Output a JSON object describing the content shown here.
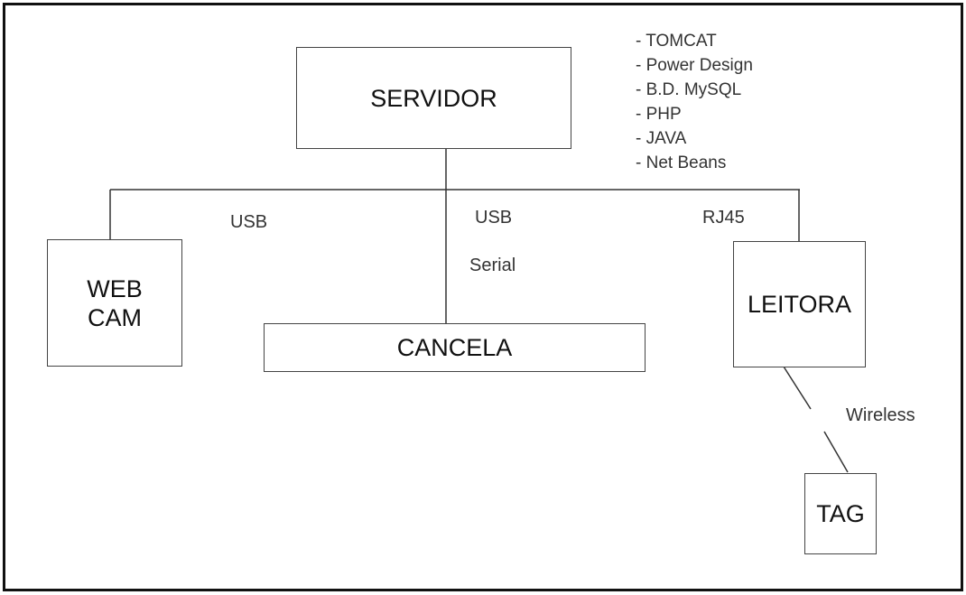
{
  "nodes": {
    "servidor": "SERVIDOR",
    "webcam_line1": "WEB",
    "webcam_line2": "CAM",
    "cancela": "CANCELA",
    "leitora": "LEITORA",
    "tag": "TAG"
  },
  "connections": {
    "webcam": "USB",
    "cancela_usb": "USB",
    "cancela_serial": "Serial",
    "leitora": "RJ45",
    "tag": "Wireless"
  },
  "server_software": [
    "- TOMCAT",
    "- Power Design",
    "- B.D. MySQL",
    "- PHP",
    "- JAVA",
    "- Net Beans"
  ]
}
